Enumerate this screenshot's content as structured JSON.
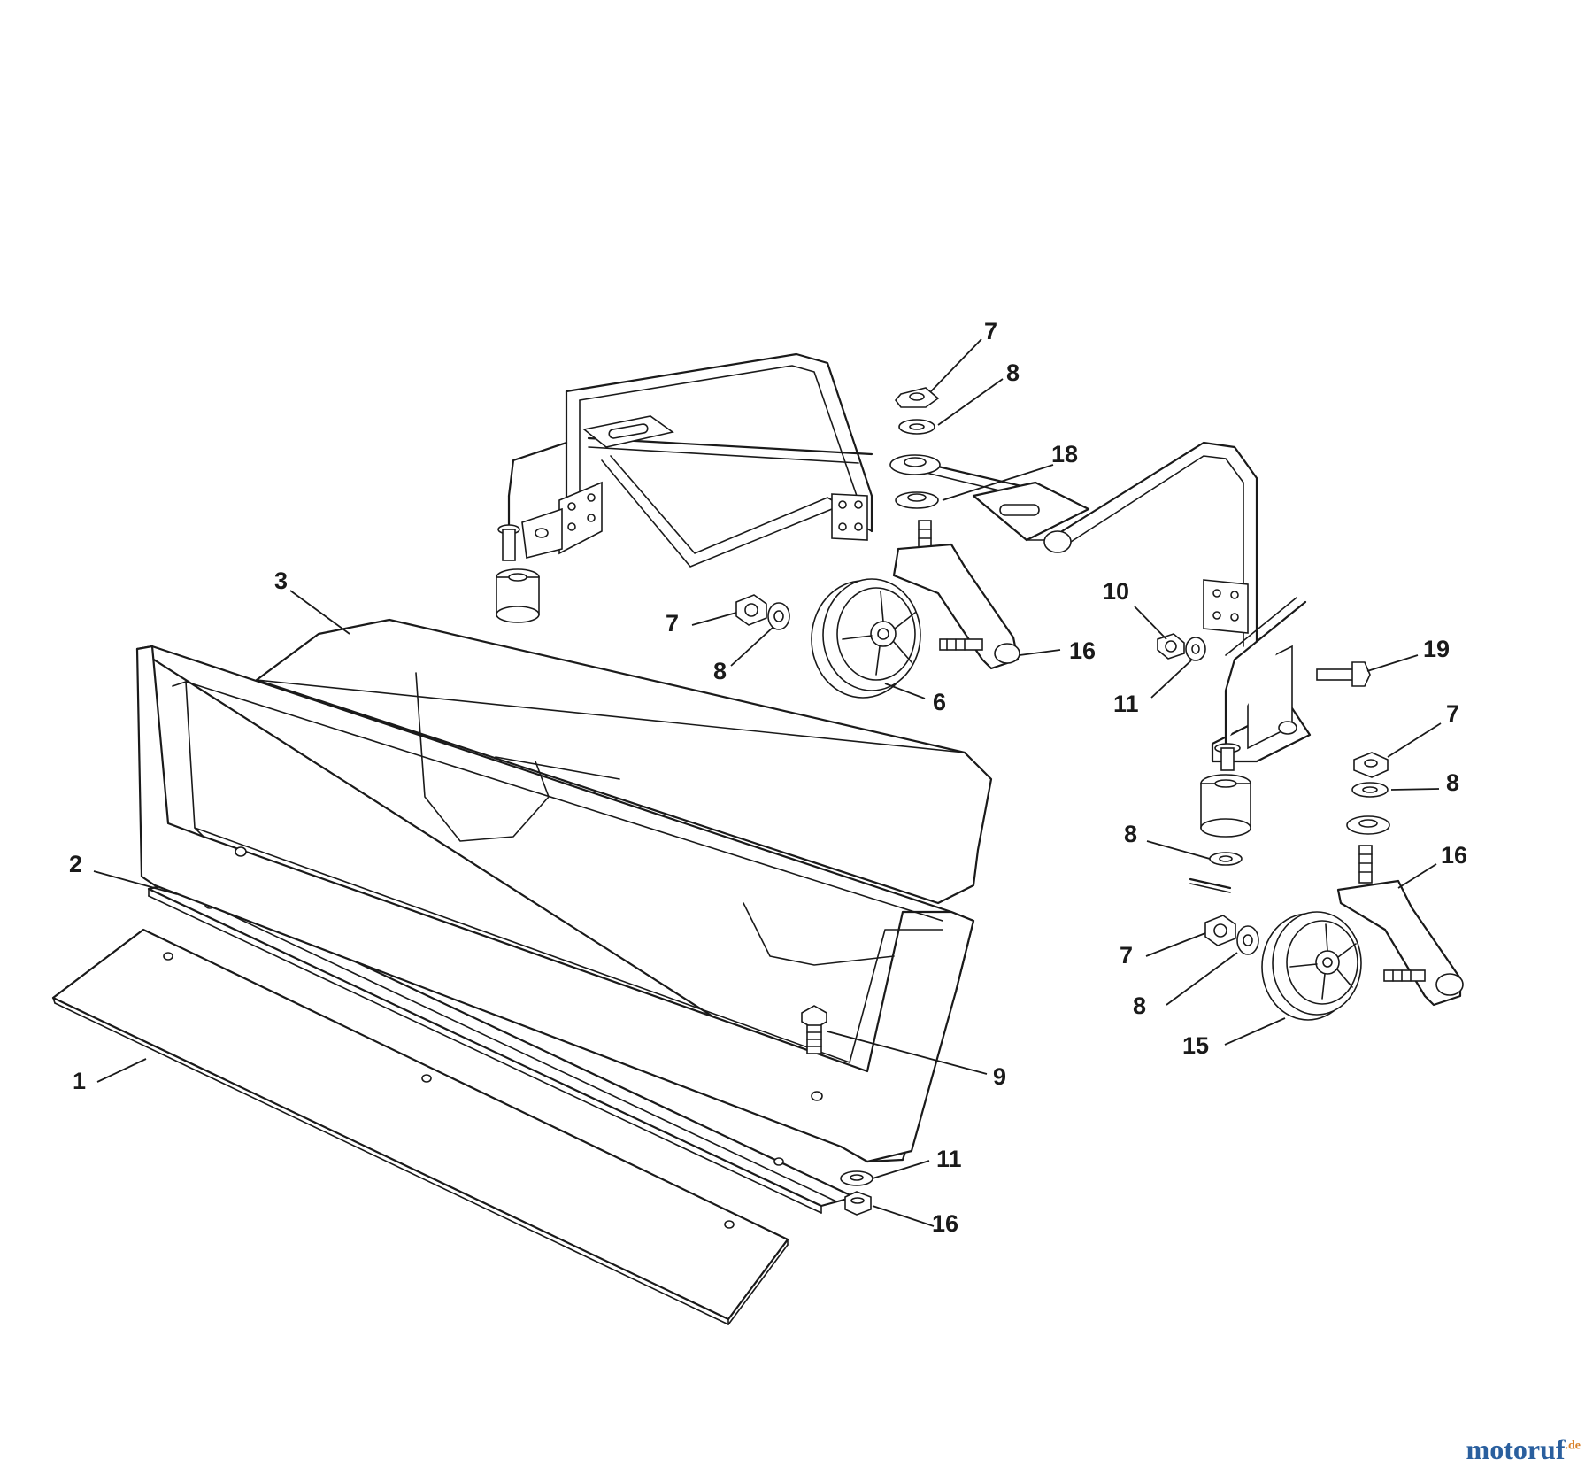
{
  "callouts": [
    {
      "id": "c-7a",
      "label": "7"
    },
    {
      "id": "c-8a",
      "label": "8"
    },
    {
      "id": "c-18",
      "label": "18"
    },
    {
      "id": "c-3",
      "label": "3"
    },
    {
      "id": "c-7b",
      "label": "7"
    },
    {
      "id": "c-8b",
      "label": "8"
    },
    {
      "id": "c-6",
      "label": "6"
    },
    {
      "id": "c-16a",
      "label": "16"
    },
    {
      "id": "c-10",
      "label": "10"
    },
    {
      "id": "c-11a",
      "label": "11"
    },
    {
      "id": "c-19",
      "label": "19"
    },
    {
      "id": "c-7c",
      "label": "7"
    },
    {
      "id": "c-8c",
      "label": "8"
    },
    {
      "id": "c-8d",
      "label": "8"
    },
    {
      "id": "c-16b",
      "label": "16"
    },
    {
      "id": "c-2",
      "label": "2"
    },
    {
      "id": "c-7d",
      "label": "7"
    },
    {
      "id": "c-8e",
      "label": "8"
    },
    {
      "id": "c-15",
      "label": "15"
    },
    {
      "id": "c-9",
      "label": "9"
    },
    {
      "id": "c-1",
      "label": "1"
    },
    {
      "id": "c-11b",
      "label": "11"
    },
    {
      "id": "c-16c",
      "label": "16"
    }
  ],
  "watermark": {
    "main": "motoruf",
    "tld": ".de"
  },
  "colors": {
    "line": "#1a1a1a",
    "watermark_main": "#2a5f9e",
    "watermark_tld": "#d9822b"
  }
}
